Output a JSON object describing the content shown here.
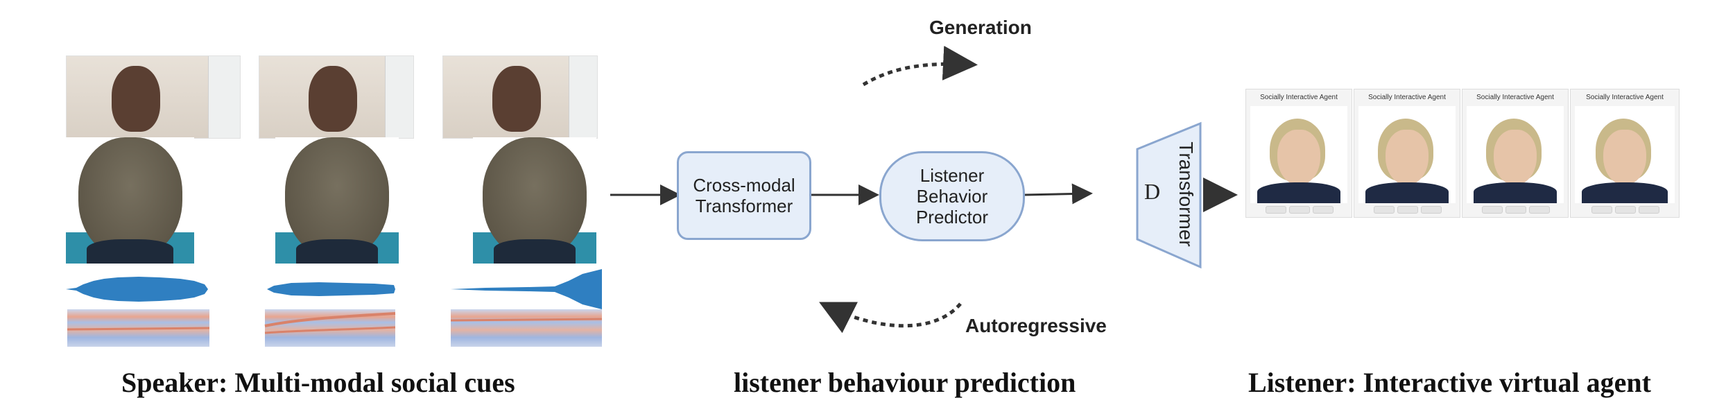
{
  "captions": {
    "speaker": "Speaker: Multi-modal social cues",
    "middle": "listener behaviour prediction",
    "listener": "Listener: Interactive virtual agent"
  },
  "arrows": {
    "generation": "Generation",
    "autoregressive": "Autoregressive"
  },
  "nodes": {
    "transformer": "Cross-modal\nTransformer",
    "predictor": "Listener\nBehavior\nPredictor",
    "decoder_letter": "D",
    "decoder_text": "Transformer"
  },
  "agents": [
    {
      "title": "Socially Interactive Agent"
    },
    {
      "title": "Socially Interactive Agent"
    },
    {
      "title": "Socially Interactive Agent"
    },
    {
      "title": "Socially Interactive Agent"
    }
  ],
  "colors": {
    "node_fill": "#e6eef9",
    "node_border": "#8aa6cf",
    "wave": "#2f7fc1",
    "arrow": "#333333"
  }
}
